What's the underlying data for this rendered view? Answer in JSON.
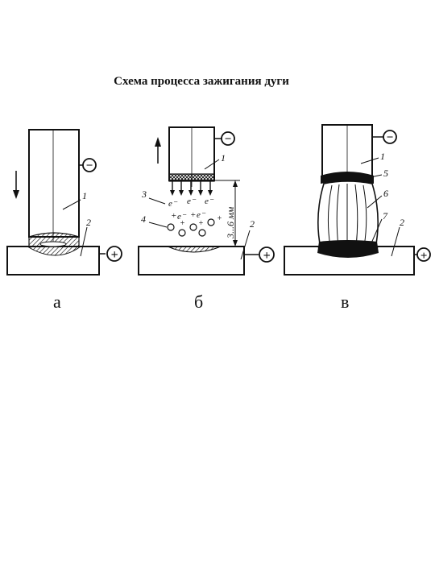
{
  "title": "Схема процесса зажигания дуги",
  "panels": {
    "a": {
      "caption": "а",
      "labels": [
        "1",
        "2"
      ],
      "electrode_sign": "−",
      "plate_sign": "+"
    },
    "b": {
      "caption": "б",
      "labels": [
        "1",
        "2",
        "3",
        "4"
      ],
      "gap": "3...6 мм",
      "electron": "e⁻",
      "ion_sign": "+",
      "electrode_sign": "−",
      "plate_sign": "+"
    },
    "v": {
      "caption": "в",
      "labels": [
        "1",
        "2",
        "5",
        "6",
        "7"
      ],
      "electrode_sign": "−",
      "plate_sign": "+"
    }
  }
}
